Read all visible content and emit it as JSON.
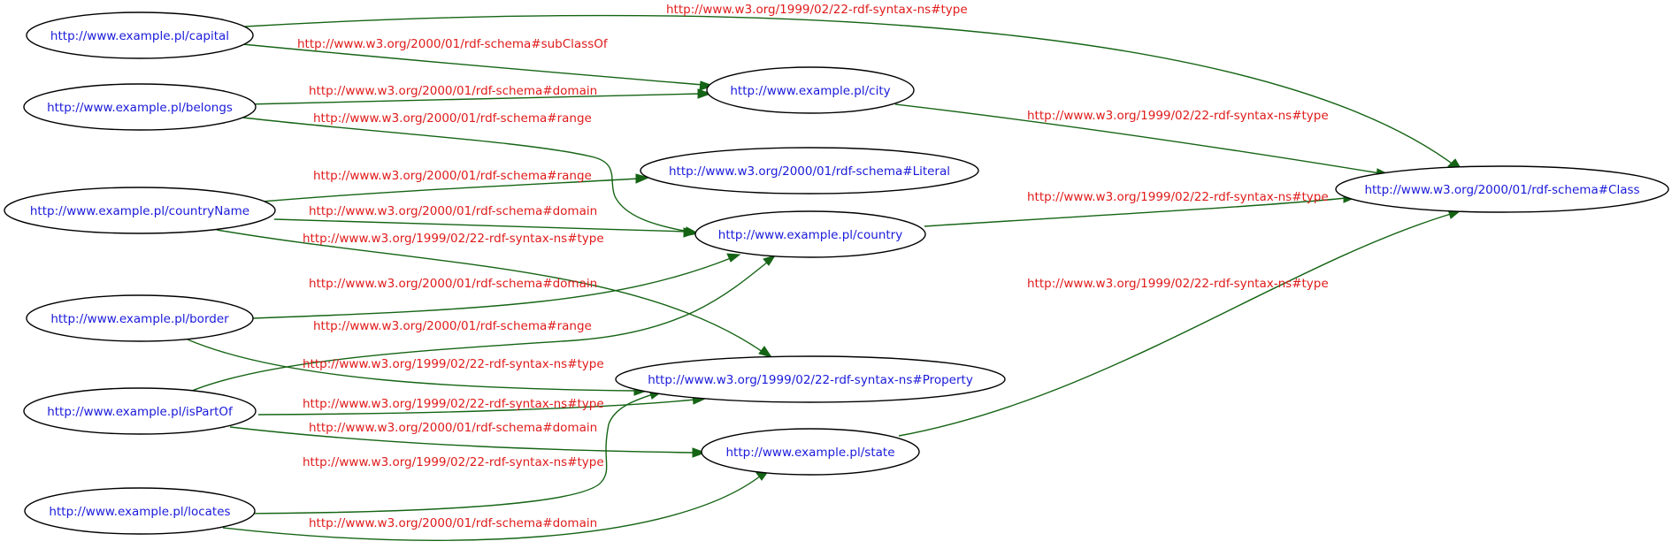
{
  "nodes": {
    "capital": "http://www.example.pl/capital",
    "belongs": "http://www.example.pl/belongs",
    "countryName": "http://www.example.pl/countryName",
    "border": "http://www.example.pl/border",
    "isPartOf": "http://www.example.pl/isPartOf",
    "locates": "http://www.example.pl/locates",
    "city": "http://www.example.pl/city",
    "literal": "http://www.w3.org/2000/01/rdf-schema#Literal",
    "country": "http://www.example.pl/country",
    "property": "http://www.w3.org/1999/02/22-rdf-syntax-ns#Property",
    "state": "http://www.example.pl/state",
    "class": "http://www.w3.org/2000/01/rdf-schema#Class"
  },
  "edges": [
    {
      "from": "capital",
      "to": "class",
      "label": "http://www.w3.org/1999/02/22-rdf-syntax-ns#type"
    },
    {
      "from": "capital",
      "to": "city",
      "label": "http://www.w3.org/2000/01/rdf-schema#subClassOf"
    },
    {
      "from": "belongs",
      "to": "city",
      "label": "http://www.w3.org/2000/01/rdf-schema#domain"
    },
    {
      "from": "belongs",
      "to": "country",
      "label": "http://www.w3.org/2000/01/rdf-schema#range"
    },
    {
      "from": "city",
      "to": "class",
      "label": "http://www.w3.org/1999/02/22-rdf-syntax-ns#type"
    },
    {
      "from": "countryName",
      "to": "literal",
      "label": "http://www.w3.org/2000/01/rdf-schema#range"
    },
    {
      "from": "countryName",
      "to": "country",
      "label": "http://www.w3.org/2000/01/rdf-schema#domain"
    },
    {
      "from": "countryName",
      "to": "property",
      "label": "http://www.w3.org/1999/02/22-rdf-syntax-ns#type"
    },
    {
      "from": "country",
      "to": "class",
      "label": "http://www.w3.org/1999/02/22-rdf-syntax-ns#type"
    },
    {
      "from": "border",
      "to": "country",
      "label": "http://www.w3.org/2000/01/rdf-schema#domain"
    },
    {
      "from": "isPartOf",
      "to": "country",
      "label": "http://www.w3.org/2000/01/rdf-schema#range"
    },
    {
      "from": "border",
      "to": "property",
      "label": "http://www.w3.org/1999/02/22-rdf-syntax-ns#type"
    },
    {
      "from": "isPartOf",
      "to": "property",
      "label": "http://www.w3.org/1999/02/22-rdf-syntax-ns#type"
    },
    {
      "from": "isPartOf",
      "to": "state",
      "label": "http://www.w3.org/2000/01/rdf-schema#domain"
    },
    {
      "from": "locates",
      "to": "property",
      "label": "http://www.w3.org/1999/02/22-rdf-syntax-ns#type"
    },
    {
      "from": "locates",
      "to": "state",
      "label": "http://www.w3.org/2000/01/rdf-schema#domain"
    },
    {
      "from": "state",
      "to": "class",
      "label": "http://www.w3.org/1999/02/22-rdf-syntax-ns#type"
    }
  ],
  "colors": {
    "node_text": "#1a1adb",
    "edge_text": "#e01b1b",
    "edge_line": "#156415",
    "node_outline": "#000000"
  }
}
